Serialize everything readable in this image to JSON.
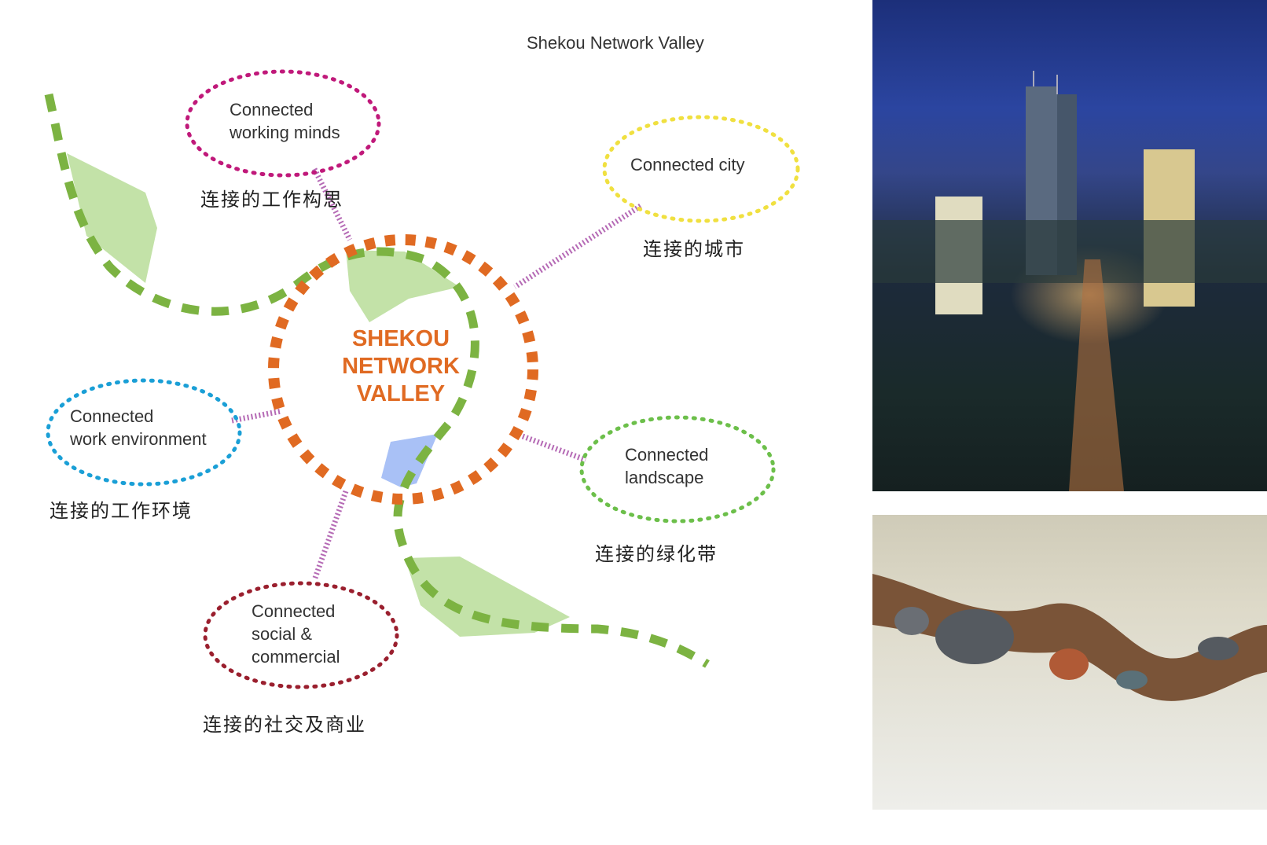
{
  "title": "Shekou Network Valley",
  "center": {
    "lines": [
      "SHEKOU",
      "NETWORK",
      "VALLEY"
    ]
  },
  "nodes": [
    {
      "id": "working-minds",
      "en": [
        "Connected",
        "working minds"
      ],
      "cn": "连接的工作构思",
      "color": "#c0197a"
    },
    {
      "id": "city",
      "en": [
        "Connected city"
      ],
      "cn": "连接的城市",
      "color": "#f0e040"
    },
    {
      "id": "work-environment",
      "en": [
        "Connected",
        "work environment"
      ],
      "cn": "连接的工作环境",
      "color": "#1a9fd6"
    },
    {
      "id": "landscape",
      "en": [
        "Connected",
        "landscape"
      ],
      "cn": "连接的绿化带",
      "color": "#6cbf4a"
    },
    {
      "id": "social-commercial",
      "en": [
        "Connected",
        "social &",
        "commercial"
      ],
      "cn": "连接的社交及商业",
      "color": "#9a1f2e"
    }
  ],
  "colors": {
    "center_ring": "#e06a22",
    "green_path": "#7cb342",
    "leaf": "#bde0a0",
    "water": "#a8c0f5",
    "connector": "#b06ab0"
  }
}
